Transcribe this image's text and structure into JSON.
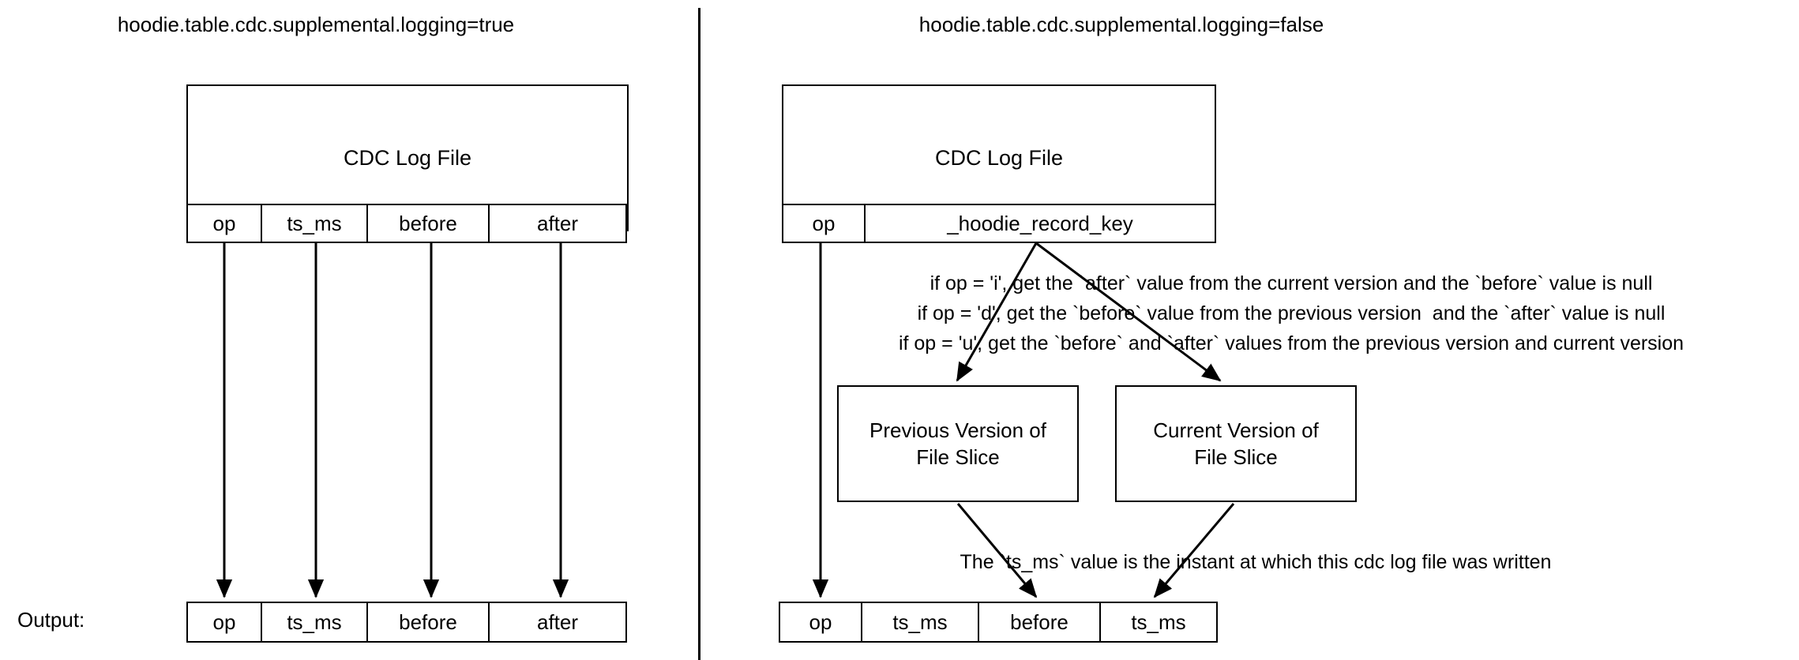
{
  "diagram": {
    "title_bg": "#ffffff",
    "line_color": "#000000",
    "output_label": "Output:",
    "panels": [
      {
        "id": "supplemental-true",
        "title": "hoodie.table.cdc.supplemental.logging=true",
        "source_box": {
          "label": "CDC Log File",
          "columns": [
            "op",
            "ts_ms",
            "before",
            "after"
          ]
        },
        "output_row": {
          "columns": [
            "op",
            "ts_ms",
            "before",
            "after"
          ]
        }
      },
      {
        "id": "supplemental-false",
        "title": "hoodie.table.cdc.supplemental.logging=false",
        "source_box": {
          "label": "CDC Log File",
          "columns": [
            "op",
            "_hoodie_record_key"
          ]
        },
        "notes": [
          "if op = 'i', get the `after` value from the current version and the `before` value is null",
          "if op = 'd', get the `before` value from the previous version  and the `after` value is null",
          "if op = 'u', get the `before` and `after` values from the previous version and current version"
        ],
        "version_boxes": [
          {
            "line1": "Previous Version of",
            "line2": "File Slice"
          },
          {
            "line1": "Current Version of",
            "line2": "File Slice"
          }
        ],
        "ts_note": "The `ts_ms` value is the instant at which this cdc log file was written",
        "output_row": {
          "columns": [
            "op",
            "ts_ms",
            "before",
            "ts_ms"
          ]
        }
      }
    ]
  }
}
